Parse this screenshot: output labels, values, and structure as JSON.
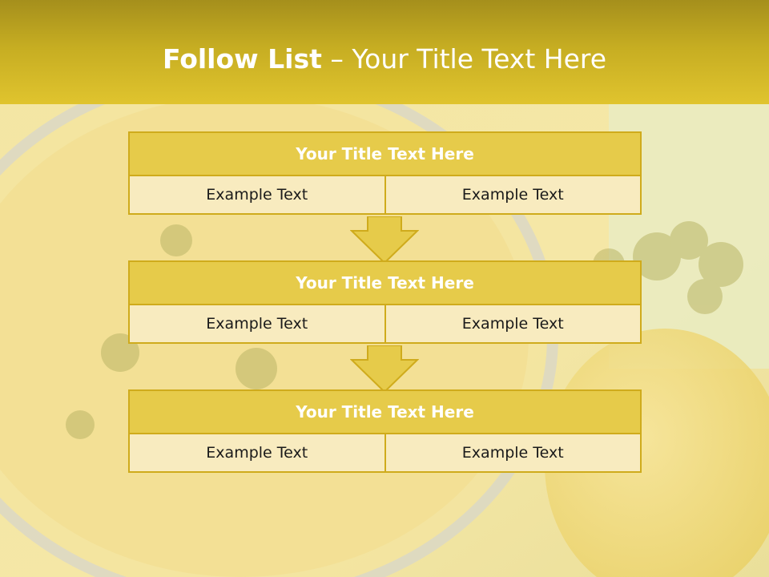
{
  "slide": {
    "title_bold": "Follow List",
    "title_rest": " – Your Title Text Here"
  },
  "blocks": [
    {
      "title": "Your Title Text Here",
      "left": "Example Text",
      "right": "Example Text"
    },
    {
      "title": "Your Title Text Here",
      "left": "Example Text",
      "right": "Example Text"
    },
    {
      "title": "Your Title Text Here",
      "left": "Example Text",
      "right": "Example Text"
    }
  ],
  "colors": {
    "header": "#c6ad22",
    "block_title_fill": "#e6cb4a",
    "cell_fill": "#f8ebbf",
    "border": "#cfab1c",
    "arrow_fill": "#e6cb4a"
  }
}
